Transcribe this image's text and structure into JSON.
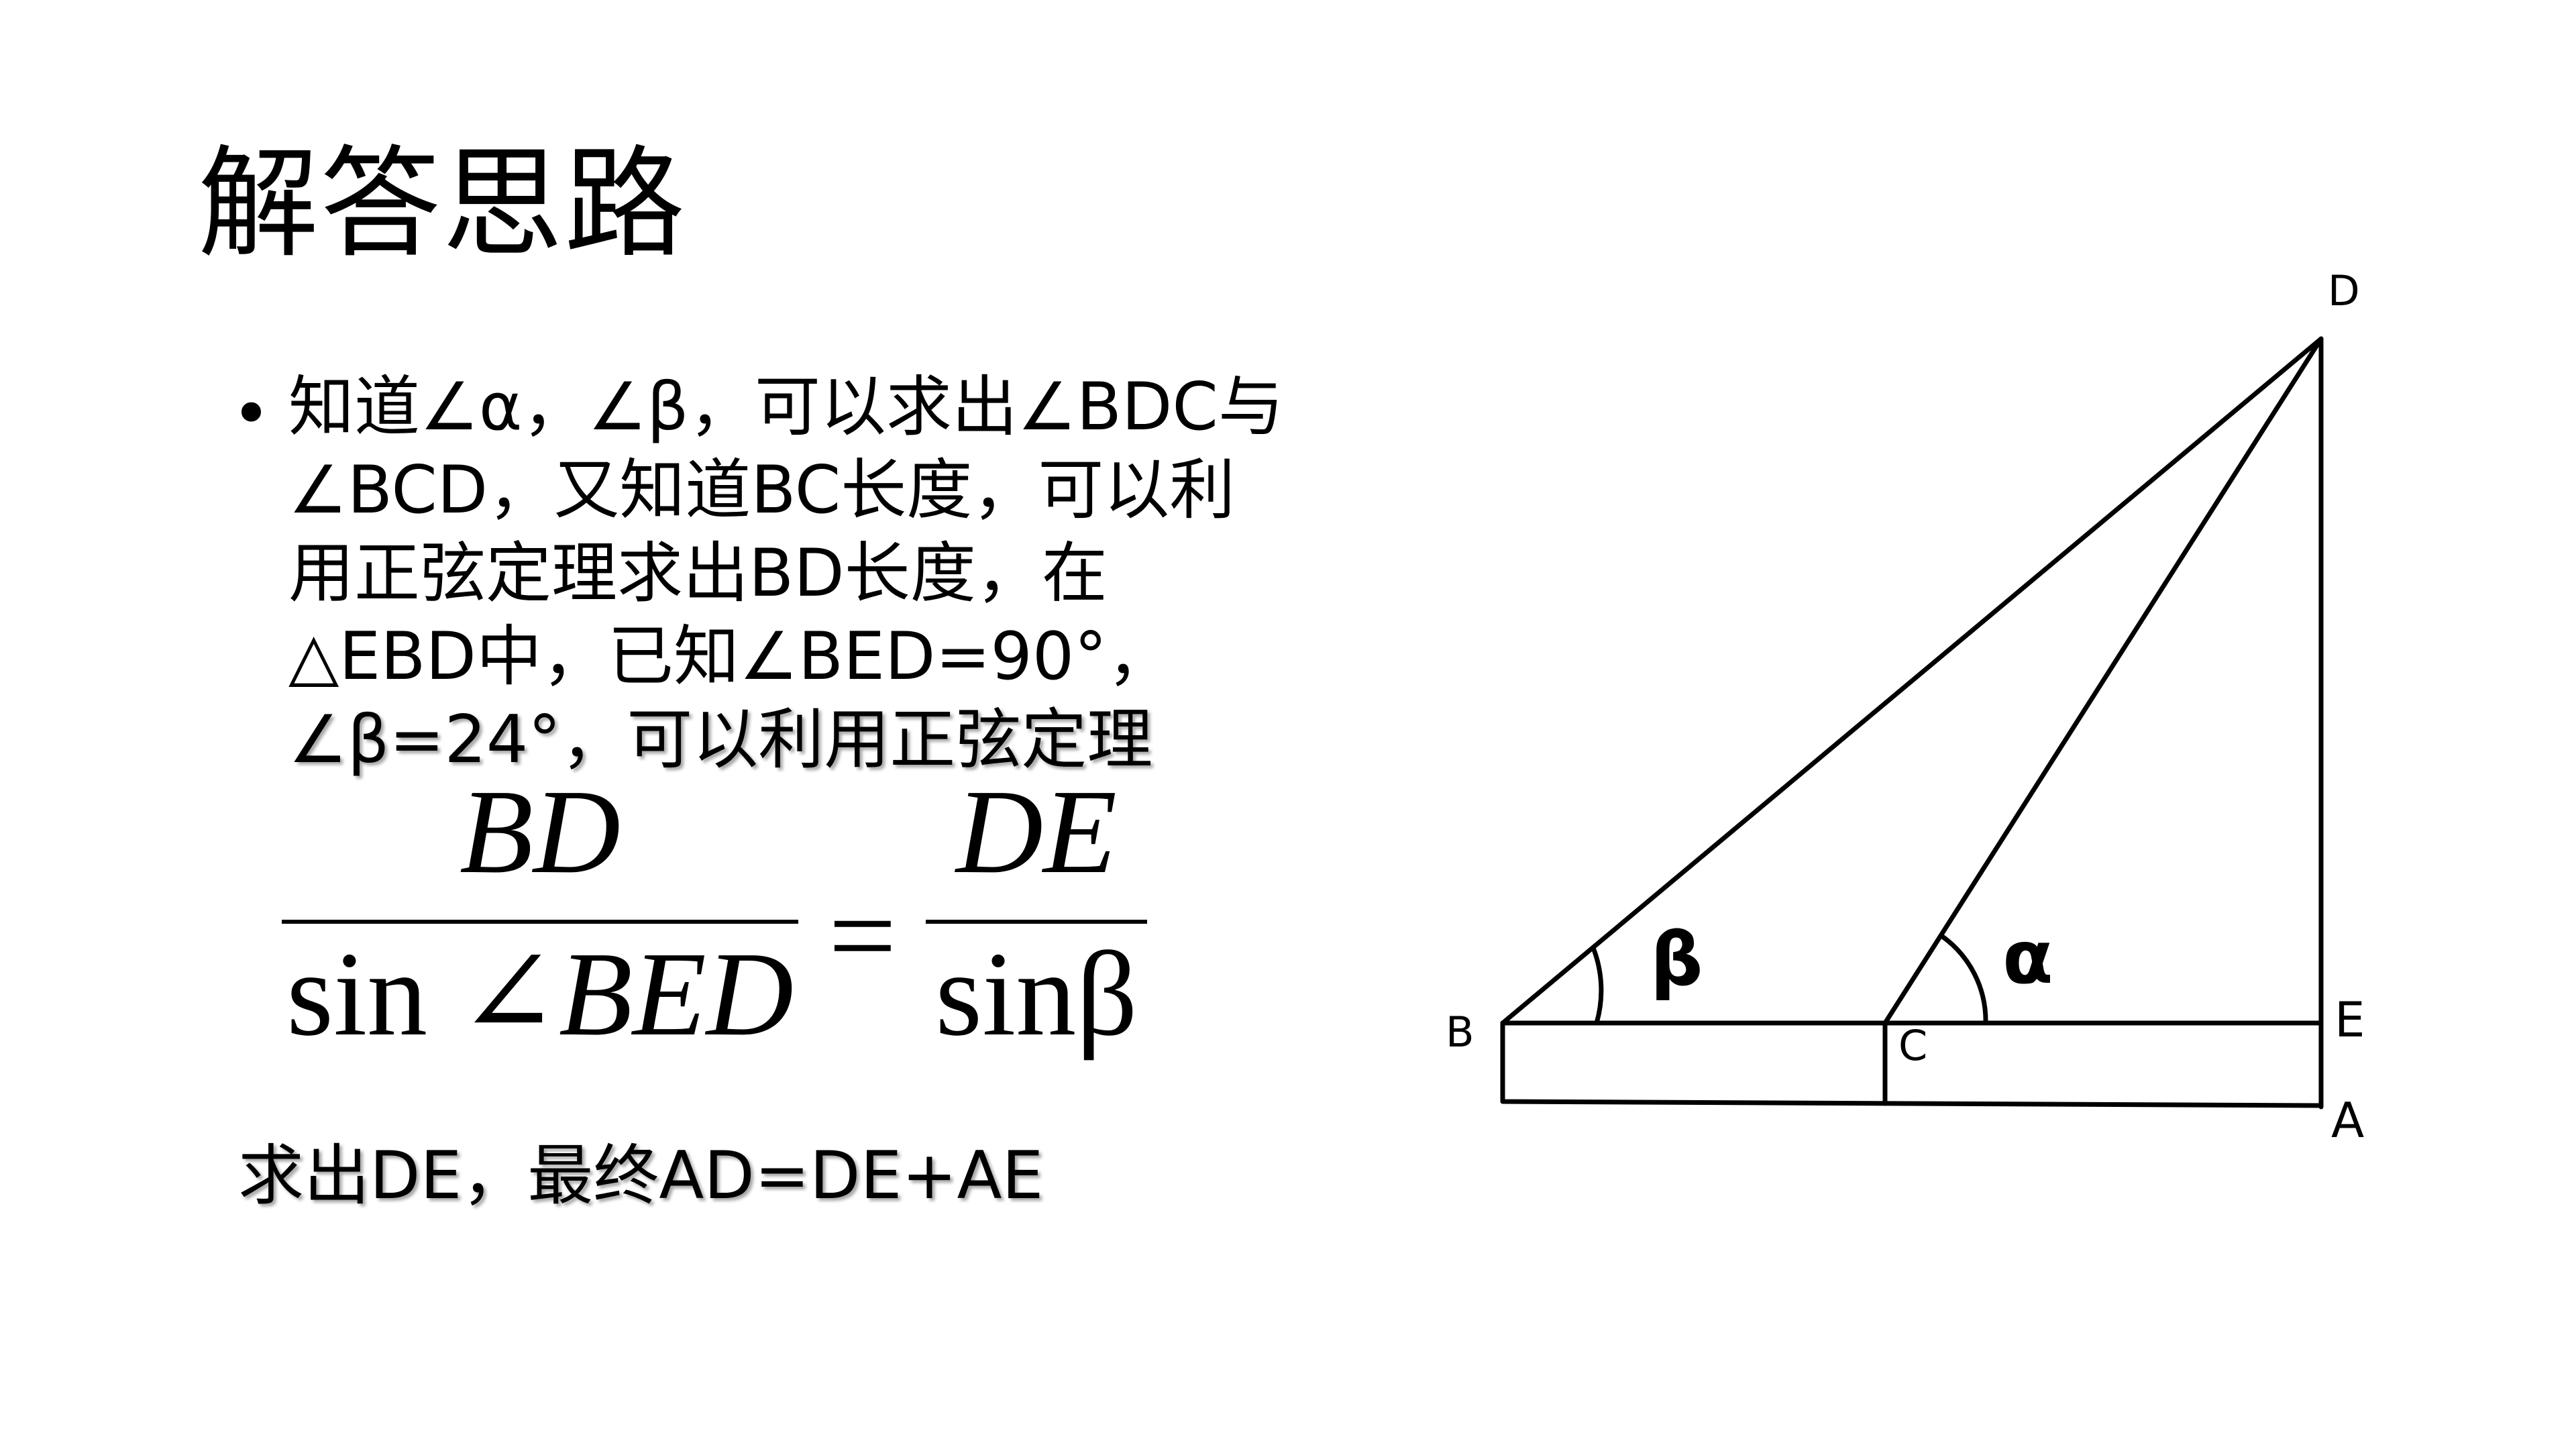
{
  "slide": {
    "title": "解答思路",
    "bullet": {
      "marker": "•",
      "lines": [
        "知道∠α，∠β，可以求出∠BDC与",
        "∠BCD，又知道BC长度，可以利",
        "用正弦定理求出BD长度，在",
        "△EBD中，已知∠BED=90°，",
        "∠β=24°，可以利用正弦定理"
      ]
    },
    "formula": {
      "left_numerator": "BD",
      "left_denominator_prefix": "sin ∠",
      "left_denominator_var": "BED",
      "equals": "=",
      "right_numerator": "DE",
      "right_denominator": "sinβ"
    },
    "conclusion": "求出DE，最终AD=DE+AE",
    "diagram": {
      "labels": {
        "D": "D",
        "B": "B",
        "C": "C",
        "E": "E",
        "A": "A",
        "beta": "β",
        "alpha": "α"
      }
    }
  }
}
